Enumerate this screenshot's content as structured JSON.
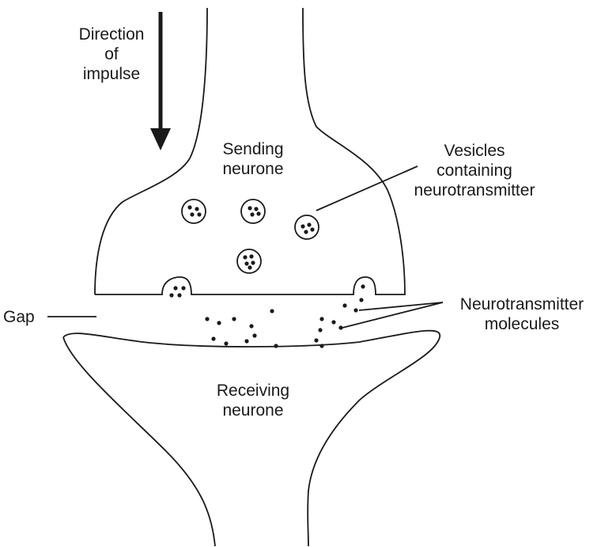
{
  "labels": {
    "direction": "Direction\nof\nimpulse",
    "sending": "Sending\nneurone",
    "vesicles": "Vesicles\ncontaining\nneurotransmitter",
    "neurotransmitter_molecules": "Neurotransmitter\nmolecules",
    "gap": "Gap",
    "receiving": "Receiving\nneurone"
  },
  "colors": {
    "stroke": "#1a1a1a",
    "background": "#ffffff"
  },
  "icons": {
    "arrow": "down-arrow-icon"
  }
}
